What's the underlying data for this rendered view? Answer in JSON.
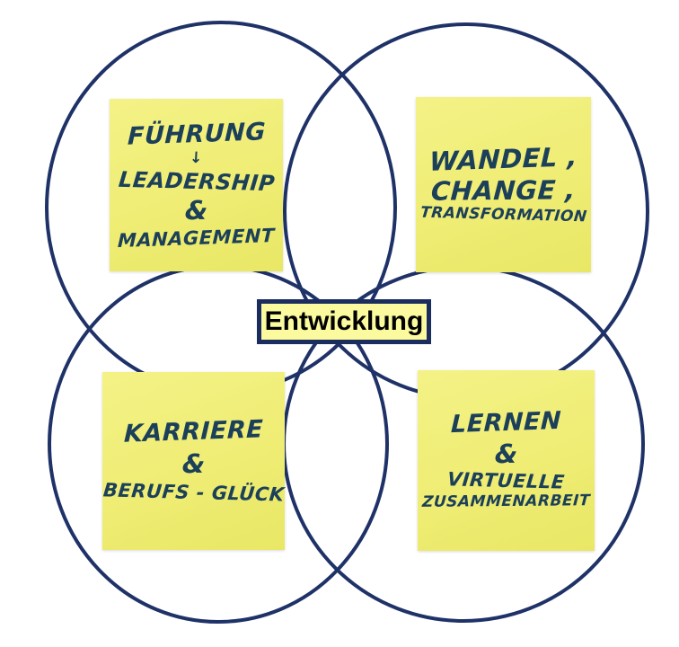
{
  "colors": {
    "background": "#ffffff",
    "circle_stroke": "#1f3268",
    "note_fill_light": "#f4f286",
    "note_fill_dark": "#e9e765",
    "note_text": "#1c4059",
    "center_fill": "#fcfa9e",
    "center_border": "#1a2d5e",
    "center_text": "#000000"
  },
  "center_label": {
    "text": "Entwicklung"
  },
  "notes": {
    "top_left": {
      "lines": [
        "FÜHRUNG",
        "↓",
        "LEADERSHIP",
        "&",
        "MANAGEMENT"
      ]
    },
    "top_right": {
      "lines": [
        "WANDEL ,",
        "CHANGE ,",
        "TRANSFORMATION"
      ]
    },
    "bottom_left": {
      "lines": [
        "KARRIERE",
        "&",
        "BERUFS - GLÜCK"
      ]
    },
    "bottom_right": {
      "lines": [
        "LERNEN",
        "&",
        "VIRTUELLE",
        "ZUSAMMENARBEIT"
      ]
    }
  }
}
